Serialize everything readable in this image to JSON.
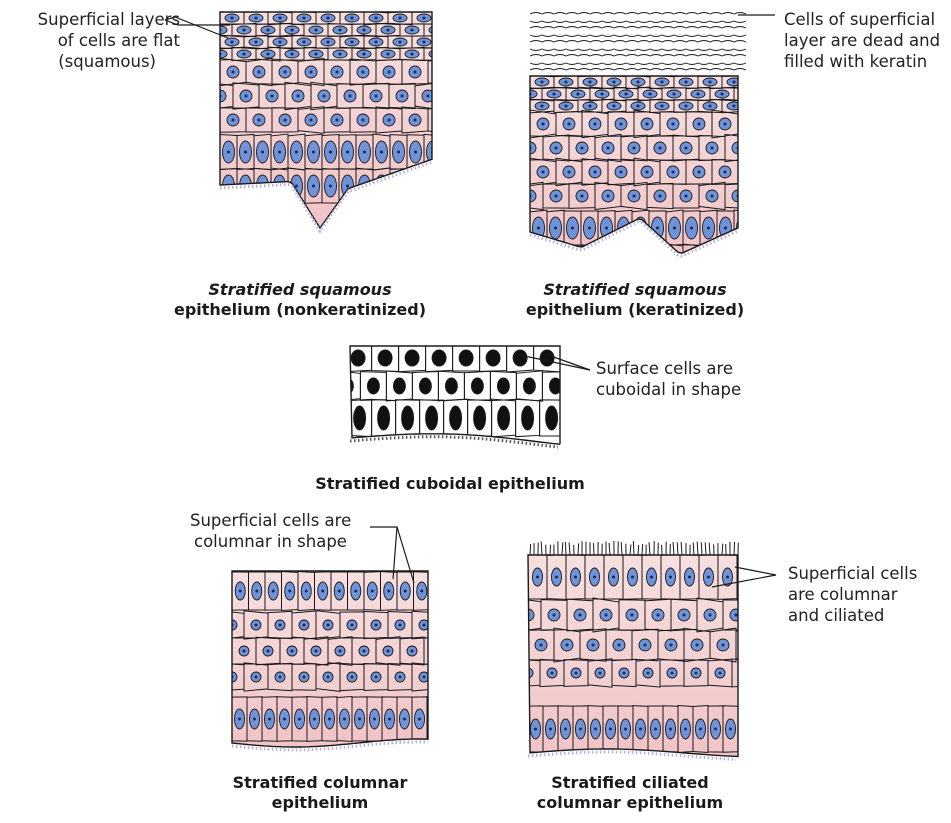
{
  "colors": {
    "tissue_top": "#f7e0e0",
    "tissue_bottom": "#f1c4c6",
    "nucleus": "#6f93d6",
    "nucleus_dot": "#1b2a5c",
    "outline": "#1a1a1a",
    "basement": "#b9b0dc"
  },
  "panels": {
    "squamous_nonkeratinized": {
      "caption_line1": "Stratified squamous",
      "caption_line2": "epithelium (nonkeratinized)",
      "label": [
        "Superficial layers",
        "of cells are flat",
        "(squamous)"
      ]
    },
    "squamous_keratinized": {
      "caption_line1": "Stratified squamous",
      "caption_line2": "epithelium (keratinized)",
      "label": [
        "Cells of superficial",
        "layer are dead and",
        "filled with keratin"
      ]
    },
    "cuboidal": {
      "caption": "Stratified cuboidal epithelium",
      "label": [
        "Surface cells are",
        "cuboidal in shape"
      ]
    },
    "columnar": {
      "caption_line1": "Stratified columnar",
      "caption_line2": "epithelium",
      "label": [
        "Superficial cells are",
        "columnar in shape"
      ]
    },
    "ciliated_columnar": {
      "caption_line1": "Stratified ciliated",
      "caption_line2": "columnar epithelium",
      "label": [
        "Superficial cells",
        "are columnar",
        "and ciliated"
      ]
    }
  }
}
